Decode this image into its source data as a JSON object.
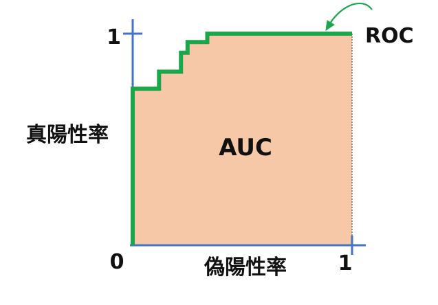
{
  "chart_data": {
    "type": "area",
    "title": "",
    "xlabel": "偽陽性率",
    "ylabel": "真陽性率",
    "xlim": [
      0,
      1
    ],
    "ylim": [
      0,
      1
    ],
    "x_ticks": [
      "0",
      "1"
    ],
    "y_ticks": [
      "1"
    ],
    "grid": false,
    "area_label": "AUC",
    "series": [
      {
        "name": "ROC",
        "points": [
          [
            0,
            0
          ],
          [
            0,
            0.74
          ],
          [
            0.12,
            0.74
          ],
          [
            0.12,
            0.82
          ],
          [
            0.22,
            0.82
          ],
          [
            0.22,
            0.91
          ],
          [
            0.25,
            0.91
          ],
          [
            0.25,
            0.96
          ],
          [
            0.34,
            0.96
          ],
          [
            0.34,
            1.0
          ],
          [
            1.0,
            1.0
          ]
        ]
      }
    ],
    "colors": {
      "roc_line": "#1aa64a",
      "auc_fill": "#f7c8a8",
      "axis": "#4472c4",
      "arrow": "#1aa64a",
      "text": "#111111"
    }
  }
}
